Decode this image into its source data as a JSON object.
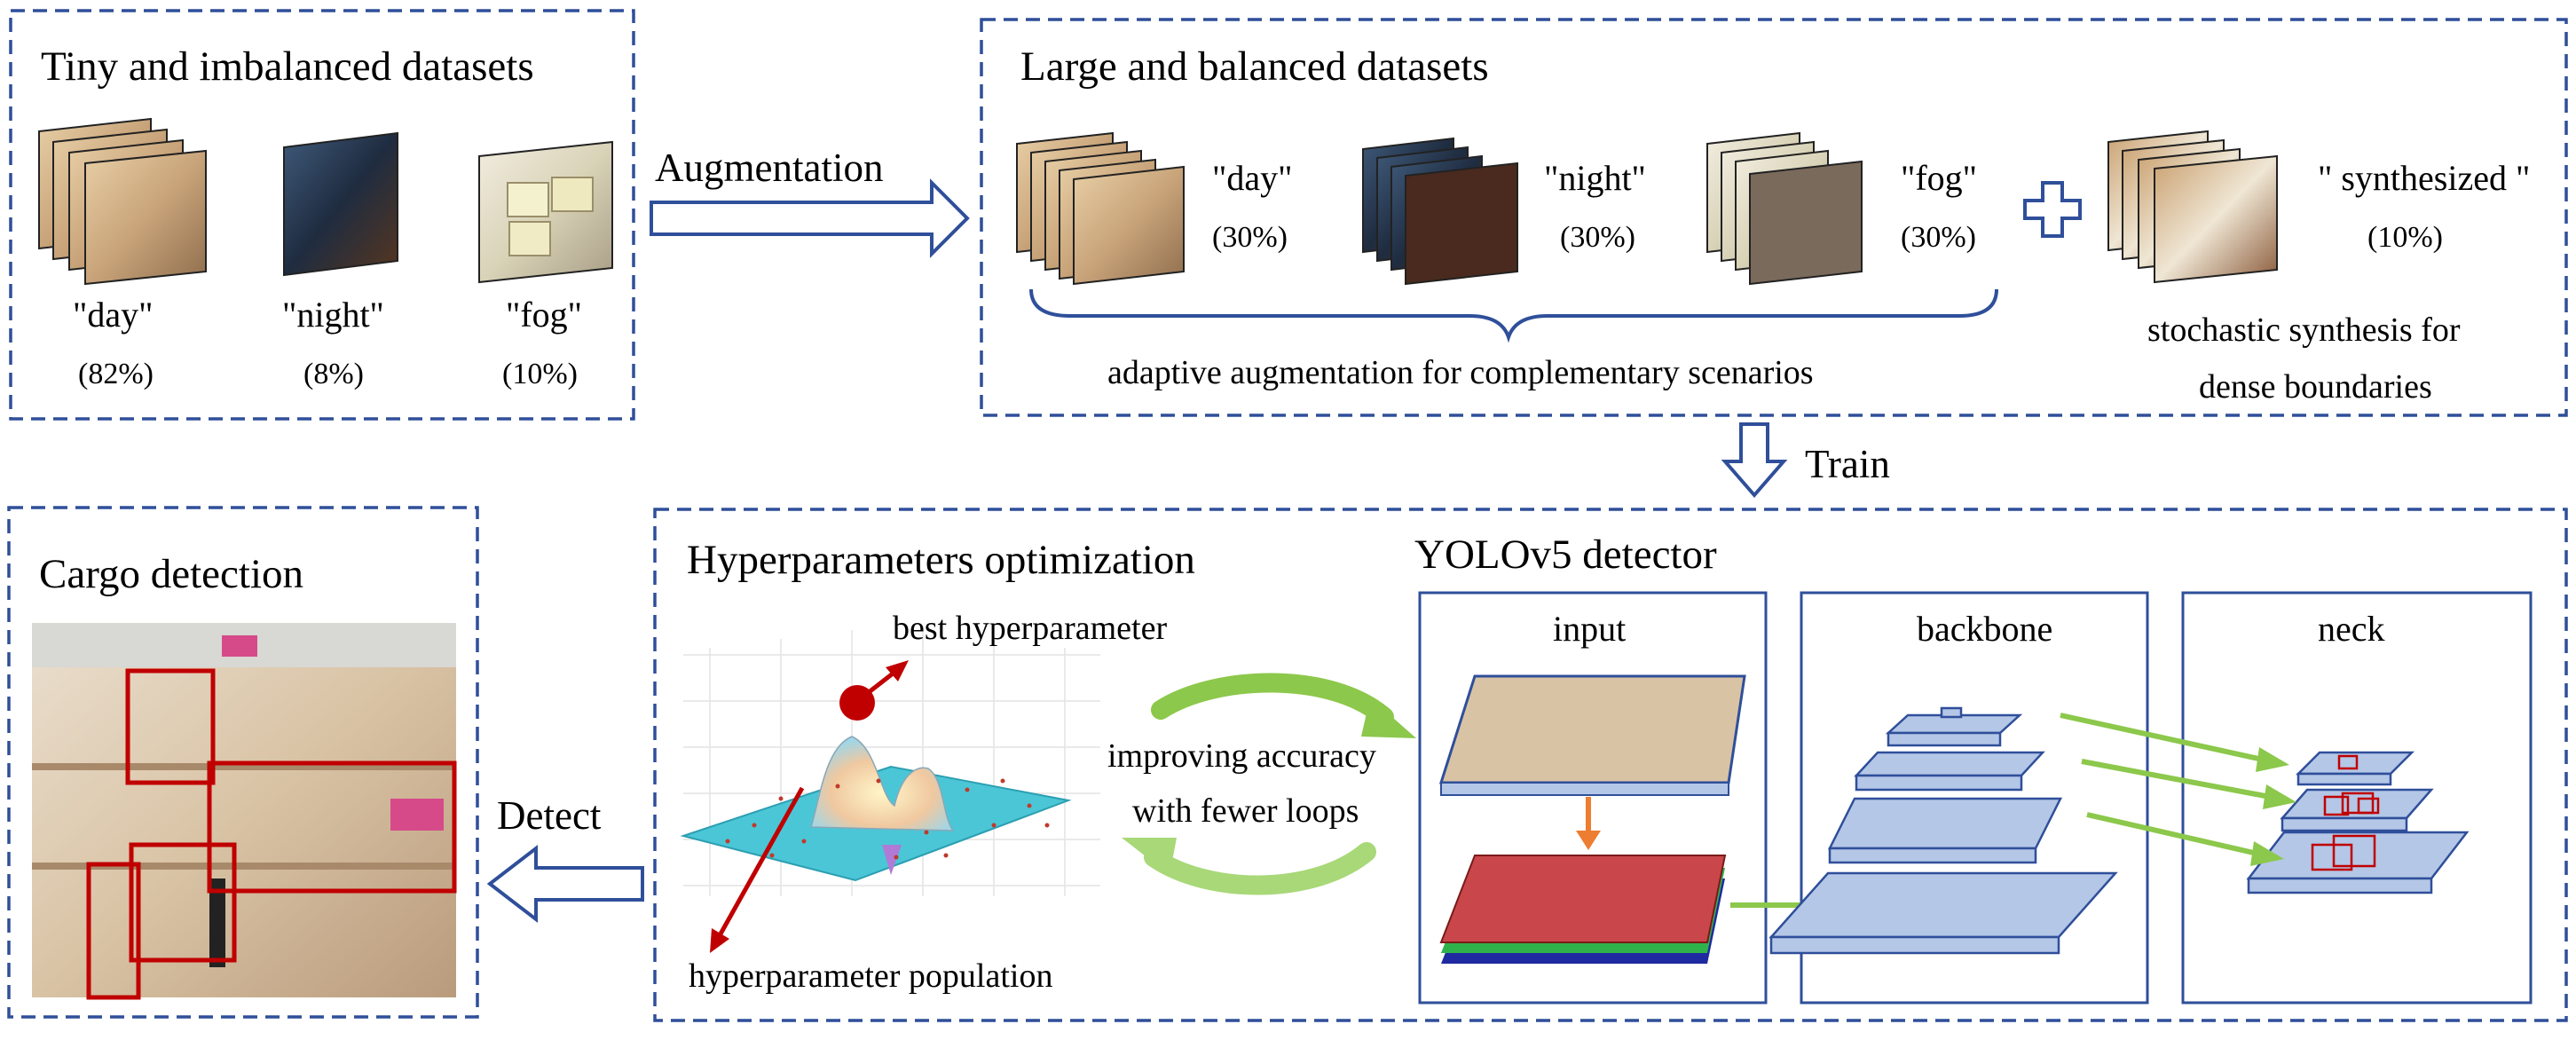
{
  "tiny_panel": {
    "title": "Tiny and imbalanced datasets",
    "items": [
      {
        "label": "\"day\"",
        "pct": "(82%)"
      },
      {
        "label": "\"night\"",
        "pct": "(8%)"
      },
      {
        "label": "\"fog\"",
        "pct": "(10%)"
      }
    ]
  },
  "augmentation_label": "Augmentation",
  "large_panel": {
    "title": "Large and balanced datasets",
    "items": [
      {
        "label": "\"day\"",
        "pct": "(30%)"
      },
      {
        "label": "\"night\"",
        "pct": "(30%)"
      },
      {
        "label": "\"fog\"",
        "pct": "(30%)"
      },
      {
        "label": "\" synthesized \"",
        "pct": "(10%)"
      }
    ],
    "caption_adaptive": "adaptive augmentation for complementary scenarios",
    "caption_synth_line1": "stochastic synthesis for",
    "caption_synth_line2": "dense boundaries"
  },
  "train_label": "Train",
  "detect_label": "Detect",
  "cargo_panel": {
    "title": "Cargo detection"
  },
  "hyper_panel": {
    "title": "Hyperparameters optimization",
    "best_label": "best hyperparameter",
    "population_label": "hyperparameter population",
    "loop_line1": "improving accuracy",
    "loop_line2": "with fewer loops"
  },
  "yolo_panel": {
    "title": "YOLOv5 detector",
    "input_label": "input",
    "backbone_label": "backbone",
    "neck_label": "neck"
  },
  "colors": {
    "frame": "#2f4f9a",
    "layer_fill": "#b4c7e7",
    "green_arrow": "#8cc84b",
    "orange_arrow": "#ed7d31",
    "red": "#c00000",
    "surface": "#4bc6d6"
  }
}
